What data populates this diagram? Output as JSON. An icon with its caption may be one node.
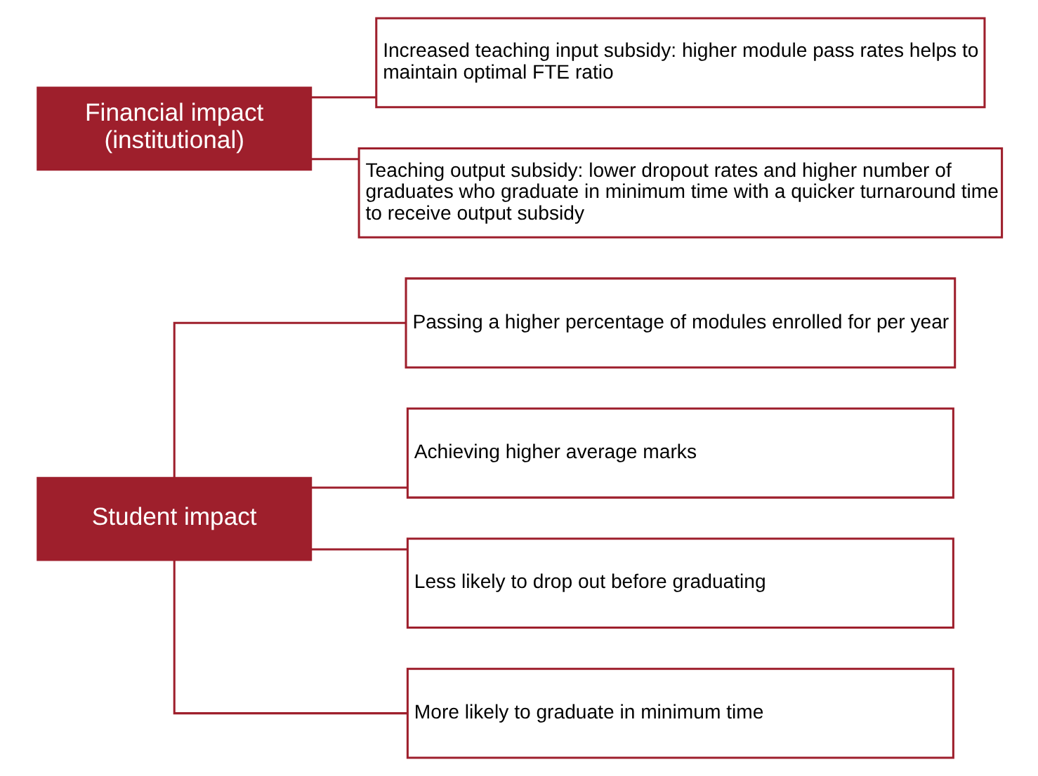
{
  "diagram": {
    "nodes": [
      {
        "text": [
          "Student impact"
        ]
      },
      {
        "text": [
          "Passing a higher percentage of modules enrolled for per year"
        ]
      },
      {
        "text": [
          "Achieving higher average marks"
        ]
      },
      {
        "text": [
          "Less likely to drop out before graduating"
        ]
      },
      {
        "text": [
          "More likely to graduate in minimum time"
        ]
      },
      {
        "text": [
          "Financial impact (institutional)"
        ]
      },
      {
        "text": [
          "Increased teaching input subsidy: higher module pass rates helps to maintain optimal FTE ratio"
        ]
      },
      {
        "text": [
          "Teaching output subsidy: lower dropout rates and higher number of graduates who graduate in minimum time with a quicker turnaround time to receive output subsidy"
        ]
      }
    ],
    "edges": [
      {
        "from": 0,
        "to": 1,
        "arrow": "none"
      },
      {
        "from": 0,
        "to": 2,
        "arrow": "none"
      },
      {
        "from": 0,
        "to": 3,
        "arrow": "none"
      },
      {
        "from": 0,
        "to": 4,
        "arrow": "none"
      },
      {
        "from": 5,
        "to": 6,
        "arrow": "none"
      },
      {
        "from": 5,
        "to": 7,
        "arrow": "none"
      }
    ]
  }
}
